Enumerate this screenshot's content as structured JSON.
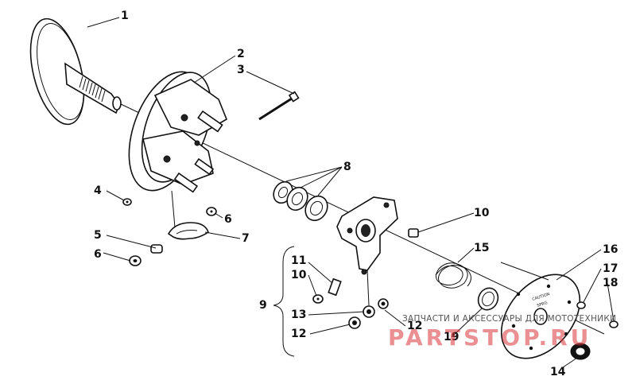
{
  "labels": {
    "l1": "1",
    "l2": "2",
    "l3": "3",
    "l4": "4",
    "l5": "5",
    "l6a": "6",
    "l6b": "6",
    "l7": "7",
    "l8": "8",
    "l9": "9",
    "l10a": "10",
    "l10b": "10",
    "l11": "11",
    "l12a": "12",
    "l12b": "12",
    "l13": "13",
    "l14": "14",
    "l15": "15",
    "l16": "16",
    "l17": "17",
    "l18": "18",
    "l19": "19"
  },
  "part_text": {
    "cover_stamp_1": "CAUTION",
    "cover_stamp_2": "SPRG"
  },
  "watermark": {
    "caption": "ЗАПЧАСТИ И АКСЕССУАРЫ ДЛЯ МОТОТЕХНИКИ",
    "logo": "PARTSTOP.RU",
    "color": "#d9353a"
  }
}
